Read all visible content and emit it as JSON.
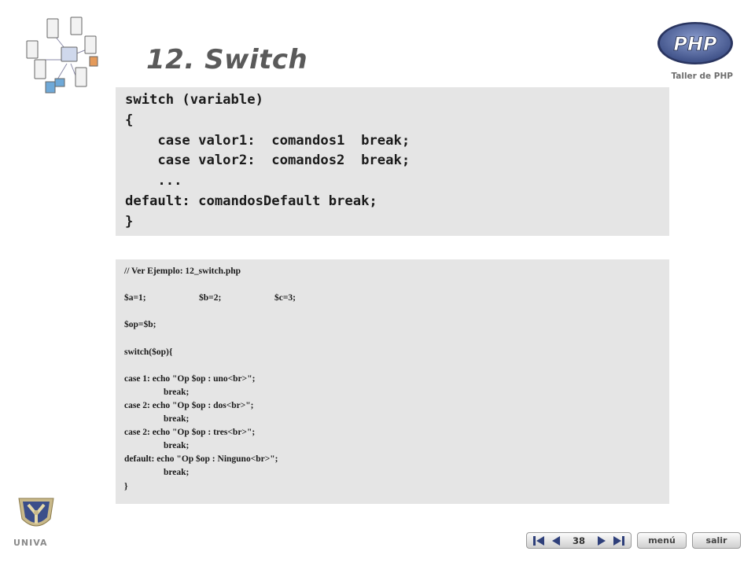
{
  "slide": {
    "title": "12. Switch",
    "course_label": "Taller de PHP",
    "php_logo_text": "PHP"
  },
  "syntax_block": {
    "lines": [
      "switch (variable)",
      "{",
      "    case valor1:  comandos1  break;",
      "    case valor2:  comandos2  break;",
      "    ...",
      "default: comandosDefault break;",
      "}"
    ]
  },
  "example_block": {
    "comment": "// Ver Ejemplo: 12_switch.php",
    "vars": [
      "$a=1;",
      "$b=2;",
      "$c=3;"
    ],
    "assign": "$op=$b;",
    "switch_open": "switch($op){",
    "case1": "case 1: echo \"Op $op : uno<br>\";",
    "break1": "break;",
    "case2": "case 2: echo \"Op $op : dos<br>\";",
    "break2": "break;",
    "case3": "case 2: echo \"Op $op : tres<br>\";",
    "break3": "break;",
    "default": "default: echo \"Op $op : Ninguno<br>\";",
    "break4": "break;",
    "close": "}"
  },
  "footer": {
    "institution_label": "UNIVA",
    "page_number": "38",
    "menu_label": "menú",
    "exit_label": "salir"
  },
  "colors": {
    "code_background": "#e5e5e5",
    "title_color": "#5a5a5a",
    "php_blue": "#5a6fa8"
  }
}
